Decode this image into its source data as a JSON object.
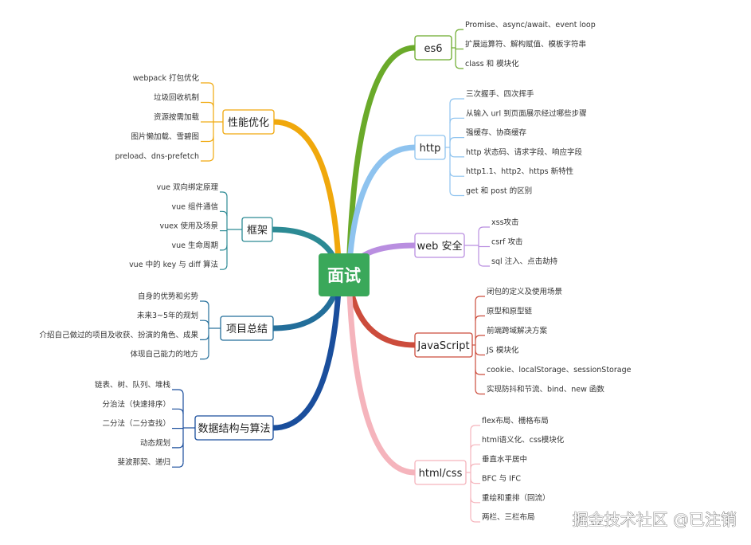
{
  "center": "面试",
  "watermark": "掘金技术社区 @已注销",
  "right": [
    {
      "label": "es6",
      "color": "#6aaa2a",
      "items": [
        "Promise、async/await、event loop",
        "扩展运算符、解构赋值、模板字符串",
        "class 和 模块化"
      ]
    },
    {
      "label": "http",
      "color": "#8ec3ef",
      "items": [
        "三次握手、四次挥手",
        "从输入 url 到页面展示经过哪些步骤",
        "强缓存、协商缓存",
        "http 状态码、请求字段、响应字段",
        "http1.1、http2、https 新特性",
        "get 和 post 的区别"
      ]
    },
    {
      "label": "web 安全",
      "color": "#b98ee0",
      "items": [
        "xss攻击",
        "csrf 攻击",
        "sql 注入、点击劫持"
      ]
    },
    {
      "label": "JavaScript",
      "color": "#cc4c3c",
      "items": [
        "闭包的定义及使用场景",
        "原型和原型链",
        "前端跨域解决方案",
        "JS 模块化",
        "cookie、localStorage、sessionStorage",
        "实现防抖和节流、bind、new 函数"
      ]
    },
    {
      "label": "html/css",
      "color": "#f5b4bc",
      "items": [
        "flex布局、栅格布局",
        "html语义化、css模块化",
        "垂直水平居中",
        "BFC 与 IFC",
        "重绘和重排（回流）",
        "两栏、三栏布局"
      ]
    }
  ],
  "left": [
    {
      "label": "性能优化",
      "color": "#f0a80c",
      "items": [
        "webpack 打包优化",
        "垃圾回收机制",
        "资源按需加载",
        "图片懒加载、雪碧图",
        "preload、dns-prefetch"
      ]
    },
    {
      "label": "框架",
      "color": "#2c8a94",
      "items": [
        "vue 双向绑定原理",
        "vue 组件通信",
        "vuex 使用及场景",
        "vue 生命周期",
        "vue 中的 key 与 diff 算法"
      ]
    },
    {
      "label": "项目总结",
      "color": "#236e9a",
      "items": [
        "自身的优势和劣势",
        "未来3~5年的规划",
        "介绍自己做过的项目及收获、扮演的角色、成果",
        "体现自己能力的地方"
      ]
    },
    {
      "label": "数据结构与算法",
      "color": "#1a4e9c",
      "items": [
        "链表、树、队列、堆栈",
        "分治法（快速排序）",
        "二分法（二分查找）",
        "动态规划",
        "斐波那契、递归"
      ]
    }
  ]
}
